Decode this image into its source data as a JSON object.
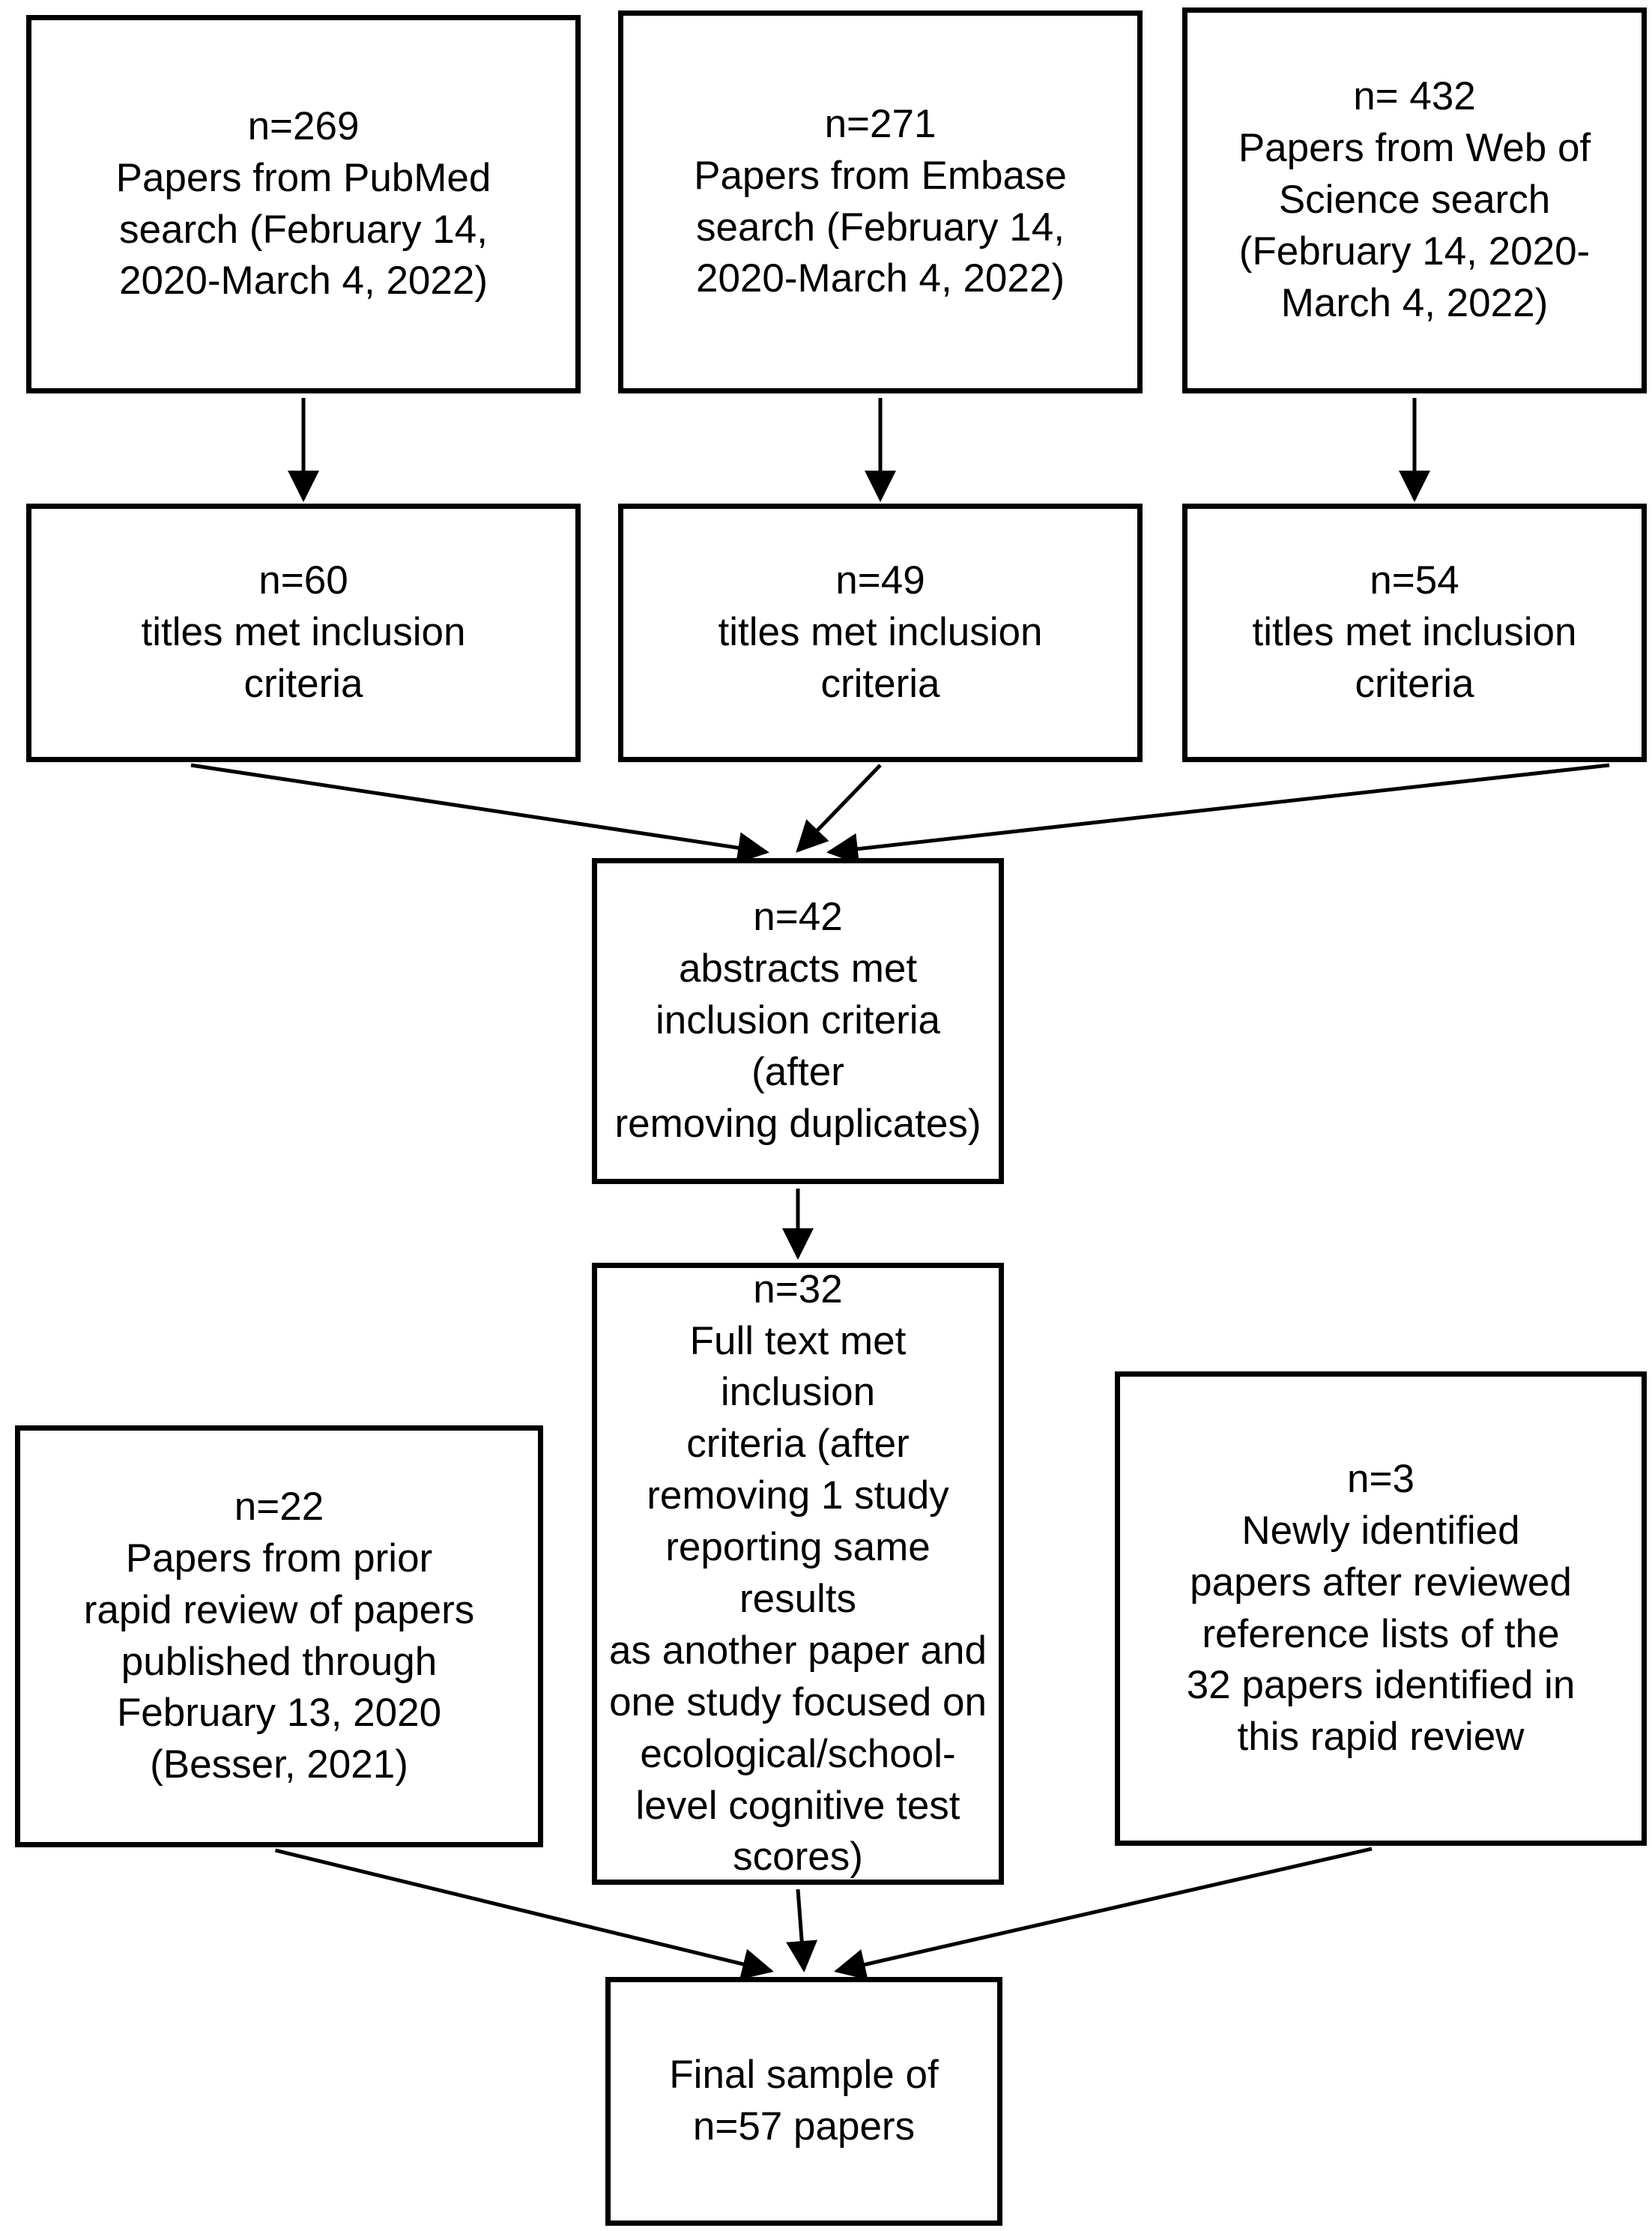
{
  "diagram": {
    "type": "prisma-flow-diagram",
    "title": "Paper selection flow diagram",
    "background_color": "#ffffff",
    "line_color": "#000000",
    "text_color": "#000000"
  },
  "nodes": {
    "pubmed": {
      "id": "pubmed-source",
      "count": "n=269",
      "text": "n=269\nPapers from PubMed\nsearch (February 14,\n2020-March 4, 2022)"
    },
    "embase": {
      "id": "embase-source",
      "count": "n=271",
      "text": "n=271\nPapers from Embase\nsearch (February 14,\n2020-March 4, 2022)"
    },
    "webofscience": {
      "id": "web-of-science-source",
      "count": "n= 432",
      "text": "n= 432\nPapers from Web of\nScience search\n(February 14, 2020-\nMarch 4, 2022)"
    },
    "titles_pubmed": {
      "id": "titles-pubmed",
      "count": "n=60",
      "text": "n=60\ntitles met inclusion\ncriteria"
    },
    "titles_embase": {
      "id": "titles-embase",
      "count": "n=49",
      "text": "n=49\ntitles met inclusion\ncriteria"
    },
    "titles_wos": {
      "id": "titles-web-of-science",
      "count": "n=54",
      "text": "n=54\ntitles met inclusion\ncriteria"
    },
    "abstracts": {
      "id": "abstracts-met-criteria",
      "count": "n=42",
      "text": "n=42\nabstracts met\ninclusion criteria (after\nremoving duplicates)"
    },
    "fulltext": {
      "id": "full-text-met-criteria",
      "count": "n=32",
      "text": "n=32\nFull text met inclusion\ncriteria (after\nremoving 1 study\nreporting same results\nas another paper and\none study focused on\necological/school-\nlevel cognitive test\nscores)"
    },
    "prior_review": {
      "id": "prior-rapid-review",
      "count": "n=22",
      "text": "n=22\nPapers from prior\nrapid review of papers\npublished through\nFebruary 13, 2020\n(Besser, 2021)"
    },
    "newly_identified": {
      "id": "newly-identified-papers",
      "count": "n=3",
      "text": "n=3\nNewly identified\npapers after reviewed\nreference lists of the\n32 papers identified in\nthis rapid review"
    },
    "final": {
      "id": "final-sample",
      "count": "n=57",
      "text": "Final sample of\nn=57 papers"
    }
  },
  "chart_data": {
    "type": "diagram",
    "title": "Paper selection flow diagram",
    "stages": [
      {
        "label": "Papers from PubMed search (February 14, 2020-March 4, 2022)",
        "n": 269
      },
      {
        "label": "Papers from Embase search (February 14, 2020-March 4, 2022)",
        "n": 271
      },
      {
        "label": "Papers from Web of Science search (February 14, 2020-March 4, 2022)",
        "n": 432
      },
      {
        "label": "titles met inclusion criteria (PubMed)",
        "n": 60
      },
      {
        "label": "titles met inclusion criteria (Embase)",
        "n": 49
      },
      {
        "label": "titles met inclusion criteria (Web of Science)",
        "n": 54
      },
      {
        "label": "abstracts met inclusion criteria (after removing duplicates)",
        "n": 42
      },
      {
        "label": "Full text met inclusion criteria",
        "n": 32
      },
      {
        "label": "Papers from prior rapid review published through February 13, 2020 (Besser, 2021)",
        "n": 22
      },
      {
        "label": "Newly identified papers after reviewed reference lists",
        "n": 3
      },
      {
        "label": "Final sample of papers",
        "n": 57
      }
    ],
    "edges": [
      {
        "from": "pubmed",
        "to": "titles_pubmed"
      },
      {
        "from": "embase",
        "to": "titles_embase"
      },
      {
        "from": "webofscience",
        "to": "titles_wos"
      },
      {
        "from": "titles_pubmed",
        "to": "abstracts"
      },
      {
        "from": "titles_embase",
        "to": "abstracts"
      },
      {
        "from": "titles_wos",
        "to": "abstracts"
      },
      {
        "from": "abstracts",
        "to": "fulltext"
      },
      {
        "from": "fulltext",
        "to": "final"
      },
      {
        "from": "prior_review",
        "to": "final"
      },
      {
        "from": "newly_identified",
        "to": "final"
      }
    ]
  }
}
